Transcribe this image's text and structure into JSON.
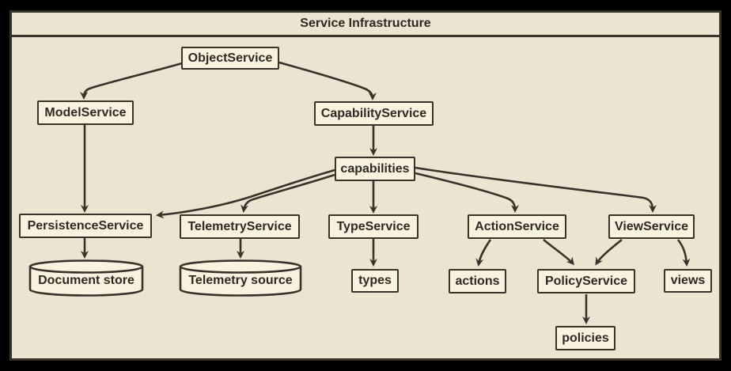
{
  "title": "Service Infrastructure",
  "colors": {
    "frame": "#000000",
    "panel_background": "#ece4d1",
    "node_fill": "#f9f2df",
    "ink": "#37322a",
    "text": "#2e2a23"
  },
  "nodes": [
    {
      "id": "ObjectService",
      "label": "ObjectService",
      "shape": "box"
    },
    {
      "id": "ModelService",
      "label": "ModelService",
      "shape": "box"
    },
    {
      "id": "CapabilityService",
      "label": "CapabilityService",
      "shape": "box"
    },
    {
      "id": "capabilities",
      "label": "capabilities",
      "shape": "box"
    },
    {
      "id": "PersistenceService",
      "label": "PersistenceService",
      "shape": "box"
    },
    {
      "id": "TelemetryService",
      "label": "TelemetryService",
      "shape": "box"
    },
    {
      "id": "TypeService",
      "label": "TypeService",
      "shape": "box"
    },
    {
      "id": "ActionService",
      "label": "ActionService",
      "shape": "box"
    },
    {
      "id": "ViewService",
      "label": "ViewService",
      "shape": "box"
    },
    {
      "id": "DocumentStore",
      "label": "Document store",
      "shape": "cylinder"
    },
    {
      "id": "TelemetrySource",
      "label": "Telemetry source",
      "shape": "cylinder"
    },
    {
      "id": "types",
      "label": "types",
      "shape": "box"
    },
    {
      "id": "actions",
      "label": "actions",
      "shape": "box"
    },
    {
      "id": "PolicyService",
      "label": "PolicyService",
      "shape": "box"
    },
    {
      "id": "views",
      "label": "views",
      "shape": "box"
    },
    {
      "id": "policies",
      "label": "policies",
      "shape": "box"
    }
  ],
  "edges": [
    {
      "from": "ObjectService",
      "to": "ModelService"
    },
    {
      "from": "ObjectService",
      "to": "CapabilityService"
    },
    {
      "from": "ModelService",
      "to": "PersistenceService"
    },
    {
      "from": "CapabilityService",
      "to": "capabilities"
    },
    {
      "from": "capabilities",
      "to": "PersistenceService"
    },
    {
      "from": "capabilities",
      "to": "TelemetryService"
    },
    {
      "from": "capabilities",
      "to": "TypeService"
    },
    {
      "from": "capabilities",
      "to": "ActionService"
    },
    {
      "from": "capabilities",
      "to": "ViewService"
    },
    {
      "from": "PersistenceService",
      "to": "DocumentStore"
    },
    {
      "from": "TelemetryService",
      "to": "TelemetrySource"
    },
    {
      "from": "TypeService",
      "to": "types"
    },
    {
      "from": "ActionService",
      "to": "actions"
    },
    {
      "from": "ActionService",
      "to": "PolicyService"
    },
    {
      "from": "ViewService",
      "to": "PolicyService"
    },
    {
      "from": "ViewService",
      "to": "views"
    },
    {
      "from": "PolicyService",
      "to": "policies"
    }
  ]
}
